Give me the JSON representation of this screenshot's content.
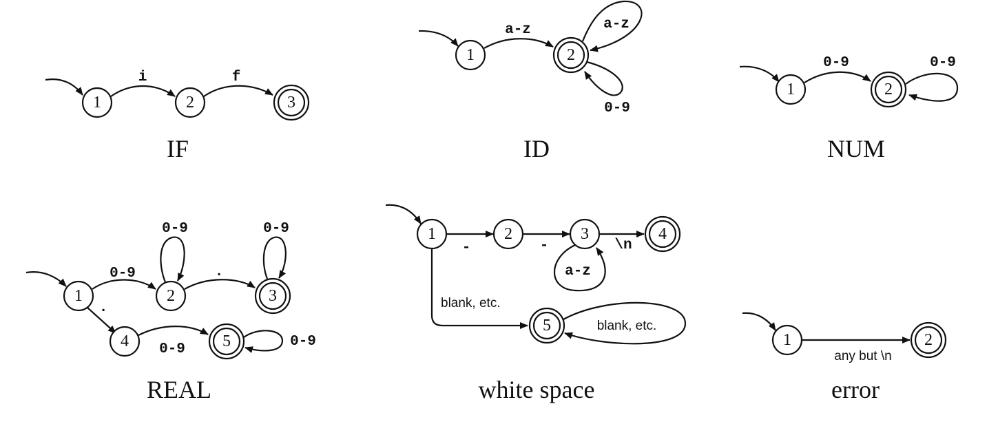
{
  "automata": {
    "if": {
      "title": "IF",
      "s1": "1",
      "s2": "2",
      "s3": "3",
      "t_i": "i",
      "t_f": "f"
    },
    "id": {
      "title": "ID",
      "s1": "1",
      "s2": "2",
      "t_az1": "a-z",
      "t_az2": "a-z",
      "t_09": "0-9"
    },
    "num": {
      "title": "NUM",
      "s1": "1",
      "s2": "2",
      "t_09a": "0-9",
      "t_09b": "0-9"
    },
    "real": {
      "title": "REAL",
      "s1": "1",
      "s2": "2",
      "s3": "3",
      "s4": "4",
      "s5": "5",
      "t_1_2": "0-9",
      "t_2_loop": "0-9",
      "t_2_3": ".",
      "t_3_loop": "0-9",
      "t_1_4": ".",
      "t_4_5": "0-9",
      "t_5_loop": "0-9"
    },
    "white": {
      "title": "white space",
      "s1": "1",
      "s2": "2",
      "s3": "3",
      "s4": "4",
      "s5": "5",
      "t_1_2": "-",
      "t_2_3": "-",
      "t_3_loop": "a-z",
      "t_3_4": "\\n",
      "t_1_5": "blank, etc.",
      "t_5_loop": "blank, etc."
    },
    "error": {
      "title": "error",
      "s1": "1",
      "s2": "2",
      "t_1_2": "any but \\n"
    }
  }
}
